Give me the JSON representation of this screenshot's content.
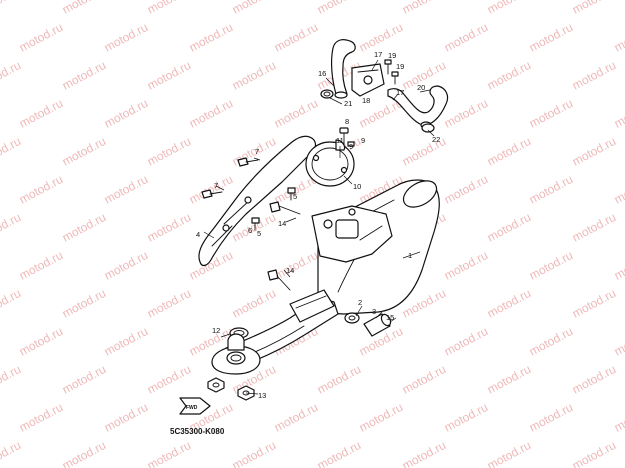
{
  "diagram": {
    "code": "5C35300-K080",
    "fwd_label": "FWD",
    "watermark": "motod.ru",
    "callouts": [
      "1",
      "2",
      "3",
      "4",
      "5",
      "5",
      "6",
      "7",
      "7",
      "8",
      "9",
      "9",
      "10",
      "11",
      "12",
      "13",
      "14",
      "14",
      "15",
      "16",
      "17",
      "17",
      "18",
      "19",
      "19",
      "20",
      "21",
      "22"
    ]
  },
  "colors": {
    "line": "#111111",
    "watermark": "#efb9b9",
    "background": "#ffffff"
  }
}
